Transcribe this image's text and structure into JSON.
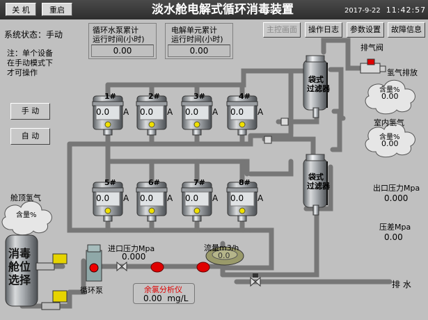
{
  "header": {
    "off_label": "关 机",
    "restart_label": "重启",
    "title": "淡水舱电解式循环消毒装置",
    "date": "2017-9-22",
    "time": "11:42:57"
  },
  "nav": {
    "main": "主控画面",
    "log": "操作日志",
    "params": "参数设置",
    "fault": "故障信息"
  },
  "status": {
    "label": "系统状态：",
    "value": "手动"
  },
  "note": [
    "注：单个设备",
    "在手动模式下",
    "才可操作"
  ],
  "counters": {
    "pump": {
      "line1": "循环水泵累计",
      "line2": "运行时间(小时)",
      "value": "0.00"
    },
    "electrolysis": {
      "line1": "电解单元累计",
      "line2": "运行时间(小时)",
      "value": "0.00"
    }
  },
  "mode_buttons": {
    "manual": "手 动",
    "auto": "自 动"
  },
  "units": {
    "row1": [
      {
        "name": "1#",
        "value": "0.0",
        "unit": "A"
      },
      {
        "name": "2#",
        "value": "0.0",
        "unit": "A"
      },
      {
        "name": "3#",
        "value": "0.0",
        "unit": "A"
      },
      {
        "name": "4#",
        "value": "0.0",
        "unit": "A"
      }
    ],
    "row2": [
      {
        "name": "5#",
        "value": "0.0",
        "unit": "A"
      },
      {
        "name": "6#",
        "value": "0.0",
        "unit": "A"
      },
      {
        "name": "7#",
        "value": "0.0",
        "unit": "A"
      },
      {
        "name": "8#",
        "value": "0.0",
        "unit": "A"
      }
    ]
  },
  "filters": {
    "line1": "袋式",
    "line2": "过滤器"
  },
  "vent_valve": "排气阀",
  "hydrogen_exhaust": "氢气排放",
  "indoor_hydrogen": "室内氢气",
  "cabin_hydrogen": "舱顶氢气",
  "content_label": "含量%",
  "content_value": "0.00",
  "outlet_pressure": {
    "label": "出口压力Mpa",
    "value": "0.000"
  },
  "pressure_diff": {
    "label": "压差Mpa",
    "value": "0.00"
  },
  "inlet_pressure": {
    "label": "进口压力Mpa",
    "value": "0.000"
  },
  "flow": {
    "label": "流量m3/h",
    "value": "0.0"
  },
  "pump_label": "循环泵",
  "chlorine": {
    "label": "余氯分析仪",
    "value": "0.00",
    "unit": "mg/L"
  },
  "drain_label": "排 水",
  "tank": {
    "lines": [
      "消毒",
      "舱位",
      "选择"
    ]
  }
}
